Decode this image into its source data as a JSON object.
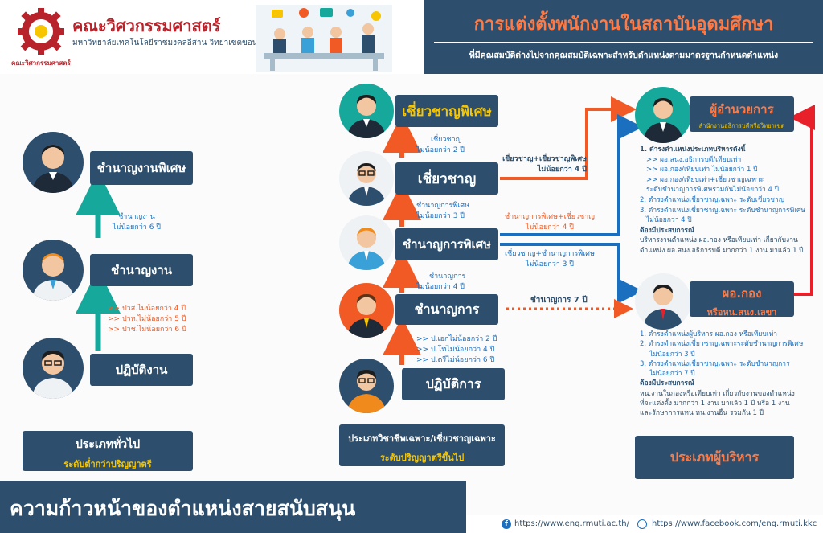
{
  "header": {
    "faculty_name": "คณะวิศวกรรมศาสตร์",
    "university": "มหาวิทยาลัยเทคโนโลยีราชมงคลอีสาน วิทยาเขตขอนแก่น",
    "logo_text": "คณะวิศวกรรมศาสตร์",
    "title": "การแต่งตั้งพนักงานในสถาบันอุดมศึกษา",
    "subtitle": "ที่มีคุณสมบัติต่างไปจากคุณสมบัติเฉพาะสำหรับตำแหน่งตามมาตรฐานกำหนดตำแหน่ง"
  },
  "general": {
    "positions": [
      "ชำนาญงานพิเศษ",
      "ชำนาญงาน",
      "ปฏิบัติงาน"
    ],
    "req_top": [
      "ชำนาญงาน",
      "ไม่น้อยกว่า 6 ปี"
    ],
    "req_bottom": [
      ">> ปวส.ไม่น้อยกว่า 4 ปี",
      ">> ปวท.ไม่น้อยกว่า 5 ปี",
      ">> ปวช.ไม่น้อยกว่า 6 ปี"
    ],
    "type_label": "ประเภททั่วไป",
    "type_sub": "ระดับต่ำกว่าปริญญาตรี"
  },
  "professional": {
    "positions": [
      "เชี่ยวชาญพิเศษ",
      "เชี่ยวชาญ",
      "ชำนาญการพิเศษ",
      "ชำนาญการ",
      "ปฏิบัติการ"
    ],
    "req_1": [
      "เชี่ยวชาญ",
      "ไม่น้อยกว่า 2 ปี"
    ],
    "req_2": [
      "ชำนาญการพิเศษ",
      "ไม่น้อยกว่า 3 ปี"
    ],
    "req_3": [
      "ชำนาญการ",
      "ไม่น้อยกว่า 4 ปี"
    ],
    "req_4": [
      ">> ป.เอกไม่น้อยกว่า 2 ปี",
      ">> ป.โทไม่น้อยกว่า 4 ปี",
      ">> ป.ตรีไม่น้อยกว่า 6 ปี"
    ],
    "type_label": "ประเภทวิชาชีพเฉพาะ/เชี่ยวชาญเฉพาะ",
    "type_sub": "ระดับปริญญาตรีขึ้นไป"
  },
  "links": {
    "l1": [
      "เชี่ยวชาญ+เชี่ยวชาญพิเศษ",
      "ไม่น้อยกว่า 4 ปี"
    ],
    "l2": [
      "ชำนาญการพิเศษ+เชี่ยวชาญ",
      "ไม่น้อยกว่า 4 ปี"
    ],
    "l3": [
      "เชี่ยวชาญ+ชำนาญการพิเศษ",
      "ไม่น้อยกว่า 3 ปี"
    ],
    "l4": "ชำนาญการ 7 ปี"
  },
  "executive": {
    "director_title": "ผู้อำนวยการ",
    "director_sub": "สำนักงานอธิการบดีหรือวิทยาเขต",
    "director_req": [
      "1. ดำรงตำแหน่งประเภทบริหารดังนี้",
      ">> ผอ.สนง.อธิการบดี/เทียบเท่า",
      ">> ผอ.กอง/เทียบเท่า ไม่น้อยกว่า 1 ปี",
      ">> ผอ.กอง/เทียบเท่า+เชี่ยวชาญเฉพาะ",
      "ระดับชำนาญการพิเศษรวมกันไม่น้อยกว่า 4 ปี",
      "2. ดำรงตำแหน่งเชี่ยวชาญเฉพาะ ระดับเชี่ยวชาญ",
      "3. ดำรงตำแหน่งเชี่ยวชาญเฉพาะ ระดับชำนาญการพิเศษ",
      "ไม่น้อยกว่า 4 ปี"
    ],
    "director_exp_title": "ต้องมีประสบการณ์",
    "director_exp": [
      "บริหารงานตำแหน่ง ผอ.กอง หรือเทียบเท่า เกี่ยวกับงาน",
      "ตำแหน่ง ผอ.สนง.อธิการบดี มากกว่า 1 งาน มาแล้ว 1 ปี"
    ],
    "division_title": "ผอ.กอง",
    "division_sub": "หรือหน.สนง.เลขา",
    "division_req": [
      "1. ดำรงตำแหน่งผู้บริหาร ผอ.กอง หรือเทียบเท่า",
      "2. ดำรงตำแหน่งเชี่ยวชาญเฉพาะระดับชำนาญการพิเศษ",
      "ไม่น้อยกว่า 3 ปี",
      "3. ดำรงตำแหน่งเชี่ยวชาญเฉพาะ ระดับชำนาญการ",
      "ไม่น้อยกว่า 7 ปี"
    ],
    "division_exp_title": "ต้องมีประสบการณ์",
    "division_exp": [
      "หน.งานในกองหรือเทียบเท่า เกี่ยวกับงานของตำแหน่ง",
      "ที่จะแต่งตั้ง มากกว่า 1 งาน มาแล้ว 1 ปี หรือ 1 งาน",
      "และรักษาการแทน หน.งานอื่น รวมกัน 1 ปี"
    ],
    "type_label": "ประเภทผู้บริหาร"
  },
  "footer": {
    "title": "ความก้าวหน้าของตำแหน่งสายสนับสนุน",
    "website": "https://www.eng.rmuti.ac.th/",
    "facebook": "https://www.facebook.com/eng.rmuti.kkc"
  },
  "colors": {
    "navy": "#2d4f6d",
    "orange": "#f15a24",
    "yellow": "#f7c600",
    "teal": "#16a99b",
    "blue": "#1a6fbf",
    "red": "#e8202a"
  }
}
